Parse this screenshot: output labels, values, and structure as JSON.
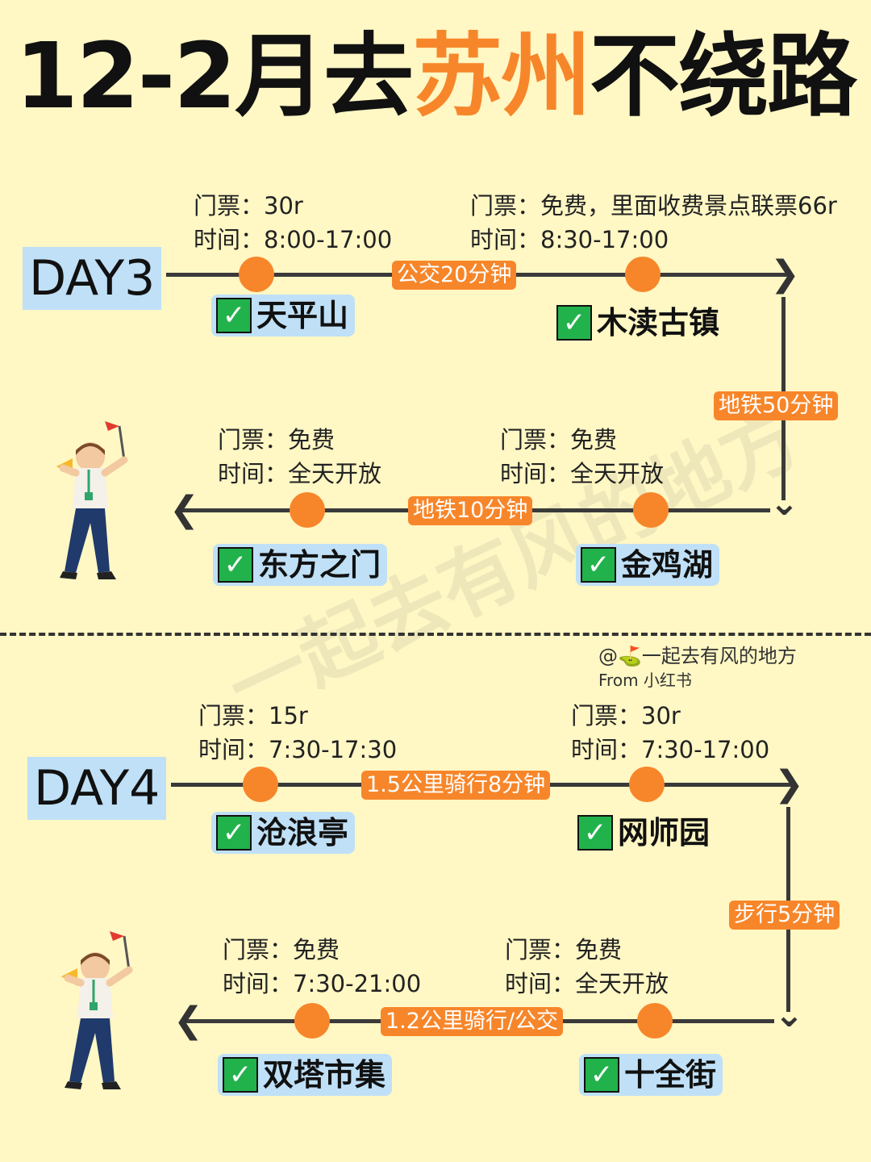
{
  "title": {
    "part1": "12-2月去",
    "highlight": "苏州",
    "part2": "不绕路"
  },
  "day3": {
    "label": "DAY3",
    "top_left": {
      "ticket": "门票：30r",
      "time": "时间：8:00-17:00",
      "name": "天平山"
    },
    "top_right": {
      "ticket": "门票：免费，里面收费景点联票66r",
      "time": "时间：8:30-17:00",
      "name": "木渎古镇"
    },
    "transit_top": "公交20分钟",
    "transit_side": "地铁50分钟",
    "bottom_left": {
      "ticket": "门票：免费",
      "time": "时间：全天开放",
      "name": "东方之门"
    },
    "bottom_right": {
      "ticket": "门票：免费",
      "time": "时间：全天开放",
      "name": "金鸡湖"
    },
    "transit_bottom": "地铁10分钟"
  },
  "credit": {
    "handle": "@⛳一起去有风的地方",
    "source": "From 小红书"
  },
  "watermark": "一起去有风的地方",
  "day4": {
    "label": "DAY4",
    "top_left": {
      "ticket": "门票：15r",
      "time": "时间：7:30-17:30",
      "name": "沧浪亭"
    },
    "top_right": {
      "ticket": "门票：30r",
      "time": "时间：7:30-17:00",
      "name": "网师园"
    },
    "transit_top": "1.5公里骑行8分钟",
    "transit_side": "步行5分钟",
    "bottom_left": {
      "ticket": "门票：免费",
      "time": "时间：7:30-21:00",
      "name": "双塔市集"
    },
    "bottom_right": {
      "ticket": "门票：免费",
      "time": "时间：全天开放",
      "name": "十全街"
    },
    "transit_bottom": "1.2公里骑行/公交"
  },
  "icons": {
    "check": "check-icon",
    "arrow": "arrow-icon",
    "figure": "tour-guide-icon"
  },
  "colors": {
    "accent": "#F7862A",
    "background": "#FFF7C4",
    "label_bg": "#BFE0F7",
    "check": "#22B24C"
  }
}
